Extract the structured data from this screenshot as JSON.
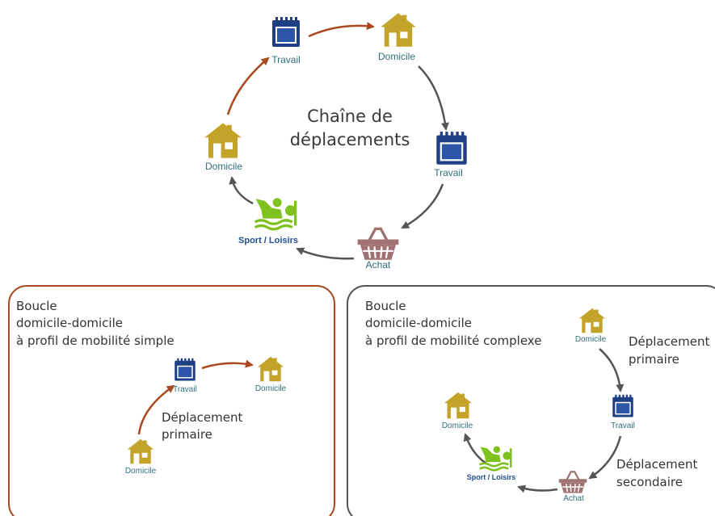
{
  "main_cycle": {
    "title_line1": "Chaîne de",
    "title_line2": "déplacements",
    "nodes": [
      {
        "id": "travail_top",
        "label": "Travail",
        "icon": "calendar-icon"
      },
      {
        "id": "domicile_top",
        "label": "Domicile",
        "icon": "house-icon"
      },
      {
        "id": "travail_right",
        "label": "Travail",
        "icon": "calendar-icon"
      },
      {
        "id": "achat",
        "label": "Achat",
        "icon": "basket-icon"
      },
      {
        "id": "sport",
        "label": "Sport / Loisirs",
        "icon": "swimmer-icon"
      },
      {
        "id": "domicile_left",
        "label": "Domicile",
        "icon": "house-icon"
      }
    ]
  },
  "simple_loop": {
    "title_line1": "Boucle",
    "title_line2": "domicile-domicile",
    "title_line3": "à profil de mobilité simple",
    "node_domicile_start": "Domicile",
    "node_travail": "Travail",
    "node_domicile_end": "Domicile",
    "move_line1": "Déplacement",
    "move_line2": "primaire"
  },
  "complex_loop": {
    "title_line1": "Boucle",
    "title_line2": "domicile-domicile",
    "title_line3": "à profil de mobilité complexe",
    "node_domicile_start": "Domicile",
    "node_travail": "Travail",
    "node_achat": "Achat",
    "node_sport": "Sport / Loisirs",
    "node_domicile_end": "Domicile",
    "primary_line1": "Déplacement",
    "primary_line2": "primaire",
    "secondary_line1": "Déplacement",
    "secondary_line2": "secondaire"
  },
  "colors": {
    "house": "#c4a32a",
    "calendar": "#1f3f85",
    "basket": "#a07272",
    "sport": "#7fc21f",
    "arrow_work": "#a8491f",
    "arrow_other": "#555555",
    "box_simple_border": "#a8491f",
    "box_complex_border": "#555555"
  }
}
